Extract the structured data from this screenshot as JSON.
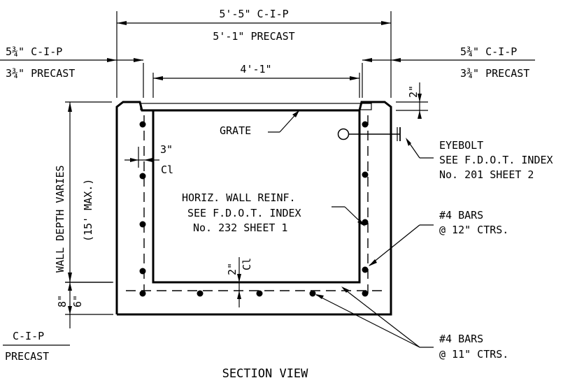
{
  "labels": {
    "overall_cip": "5'-5\" C-I-P",
    "overall_precast": "5'-1\" PRECAST",
    "left_cip": "5¾\" C-I-P",
    "left_precast": "3¾\" PRECAST",
    "right_cip": "5¾\" C-I-P",
    "right_precast": "3¾\" PRECAST",
    "inner_width": "4'-1\"",
    "grate_offset": "2\"",
    "grate": "GRATE",
    "eyebolt_1": "EYEBOLT",
    "eyebolt_2": "SEE F.D.O.T. INDEX",
    "eyebolt_3": "No. 201 SHEET 2",
    "cover_side": "3\"",
    "cover_side_cl": "Cl",
    "wall_depth_1": "WALL DEPTH VARIES",
    "wall_depth_2": "(15' MAX.)",
    "horiz_1": "HORIZ. WALL REINF.",
    "horiz_2": "SEE F.D.O.T. INDEX",
    "horiz_3": "No. 232 SHEET 1",
    "bars12_1": "#4 BARS",
    "bars12_2": "@ 12\" CTRS.",
    "cover_bottom": "2\"",
    "cover_bottom_cl": "Cl",
    "slab_cip": "8\"",
    "slab_precast": "6\"",
    "legend_cip": "C-I-P",
    "legend_precast": "PRECAST",
    "bars11_1": "#4 BARS",
    "bars11_2": "@ 11\" CTRS.",
    "section_title": "SECTION VIEW"
  }
}
